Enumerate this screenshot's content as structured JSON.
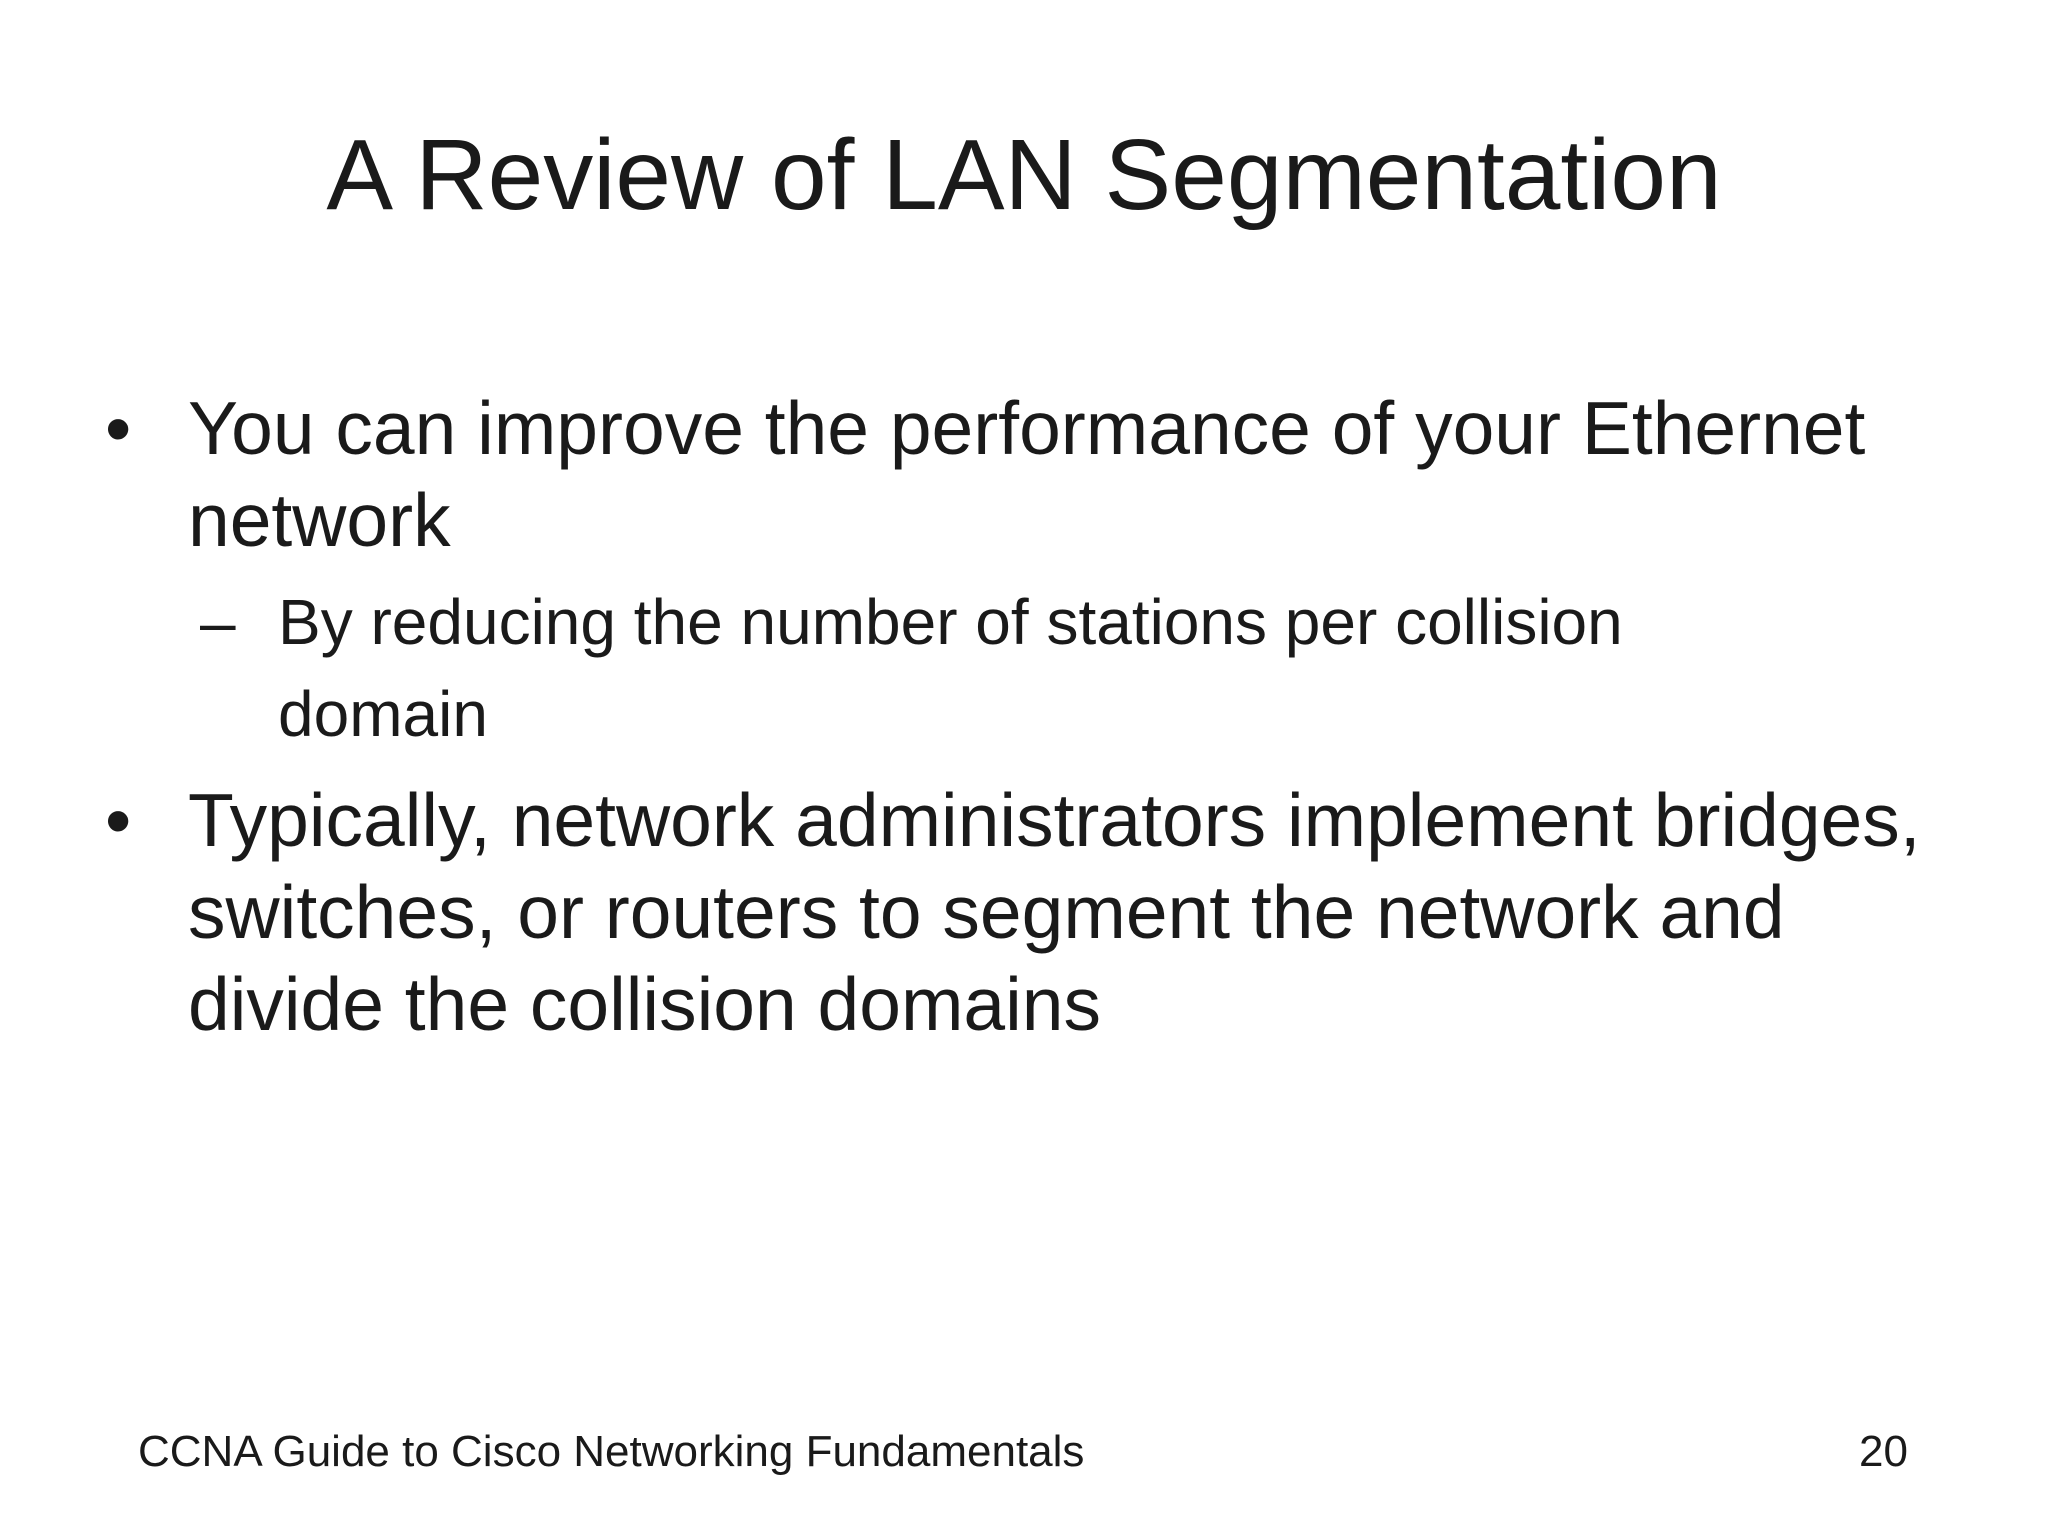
{
  "slide": {
    "title": "A Review of LAN Segmentation",
    "bullets": [
      {
        "level": 1,
        "marker": "•",
        "text": "You can improve the performance of your Ethernet\nnetwork"
      },
      {
        "level": 2,
        "marker": "–",
        "text": "By reducing the number of stations per collision\ndomain"
      },
      {
        "level": 1,
        "marker": "•",
        "text": "Typically, network administrators implement bridges,\nswitches, or routers to segment the network and\ndivide the collision domains"
      }
    ],
    "footer": {
      "left": "CCNA Guide to Cisco Networking Fundamentals",
      "page_number": "20"
    }
  },
  "colors": {
    "background": "#ffffff",
    "text": "#1a1a1a"
  }
}
